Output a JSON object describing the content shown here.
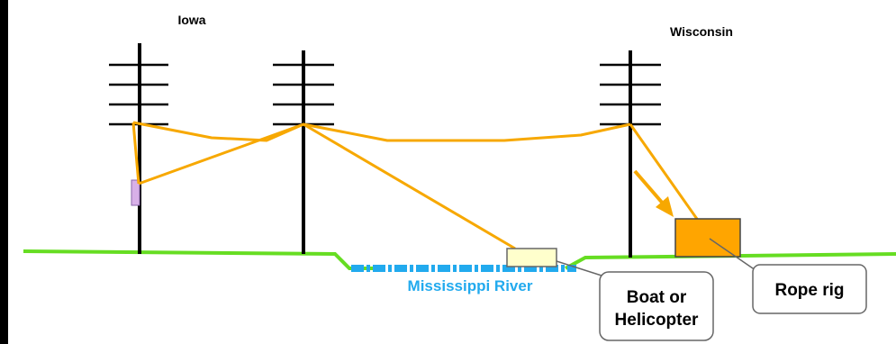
{
  "labels": {
    "iowa": "Iowa",
    "wisconsin": "Wisconsin",
    "river": "Mississippi River",
    "boat_line1": "Boat or",
    "boat_line2": "Helicopter",
    "rope_rig": "Rope rig"
  },
  "colors": {
    "rope": "#F7A800",
    "ground": "#66DD22",
    "river": "#22AAEE",
    "pole": "#000000",
    "boat_box": "#FFFFCC",
    "rope_rig_box": "#FFA500",
    "pulley": "#D8B0E8",
    "callout_border": "#666666",
    "frame": "#000000"
  }
}
